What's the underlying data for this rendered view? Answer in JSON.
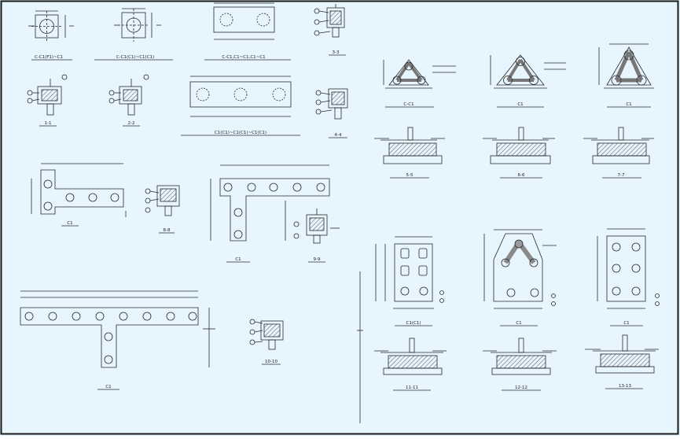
{
  "colors": {
    "background": "#e6f5fe",
    "frame": "#1a1a1a",
    "line": "#2a2a2a",
    "hatch": "#555555",
    "pile_fill": "#9a9a9a"
  },
  "captions": {
    "sq_cap_1": "C-C1(F1)~C1",
    "sq_cap_2": "C-C1(C1)~C1(C1)",
    "rect2_cap": "C-C1,C1~C1,C1~C1",
    "sec_cap_3": "3-3",
    "sec_cap_1": "1-1",
    "sec_cap_2": "2-2",
    "rect3_cap": "C1(C1)~C1(C1)~C1(C1)",
    "sec_cap_4": "4-4",
    "tri_cap_1": "C-C1",
    "tri_cap_2": "C1",
    "tri_cap_3": "C1",
    "elev_cap_1": "5-5",
    "elev_cap_2": "6-6",
    "elev_cap_3": "7-7",
    "l_cap": "C1",
    "sec_cap_5": "8-8",
    "t_cap_small": "C1",
    "sec_cap_6": "9-9",
    "t_cap_big": "C1",
    "sec_cap_7": "10-10",
    "rect6_cap": "C1(C1)",
    "tri_large_cap": "C1",
    "rect6b_cap": "C1",
    "elev_cap_4": "11-11",
    "elev_cap_5": "12-12",
    "elev_cap_6": "13-13"
  }
}
